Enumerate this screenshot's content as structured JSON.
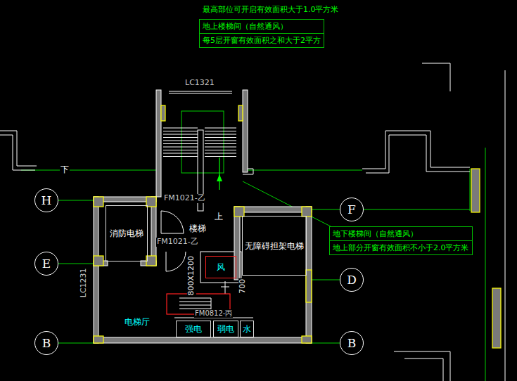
{
  "diagram": {
    "nodes": [
      {
        "text": [
          "地上楼梯间（自然通风）",
          "每5层开窗有效面积之和大于2平方"
        ]
      },
      {
        "text": [
          "H"
        ]
      },
      {
        "text": [
          "F"
        ]
      },
      {
        "text": [
          "消防电梯"
        ]
      },
      {
        "text": [
          "无障碍担架电梯"
        ]
      },
      {
        "text": [
          "地下楼梯间（自然通风）",
          "地上部分开窗有效面积不小于2.0平方米"
        ]
      },
      {
        "text": [
          "E"
        ]
      },
      {
        "text": [
          "风"
        ]
      },
      {
        "text": [
          "D"
        ]
      },
      {
        "text": [
          "强电"
        ]
      },
      {
        "text": [
          "弱电"
        ]
      },
      {
        "text": [
          "水"
        ]
      },
      {
        "text": [
          "B"
        ]
      },
      {
        "text": [
          "B"
        ]
      }
    ],
    "labels": [
      "最高部位可开启有效面积大于1.0平方米",
      "LC1321",
      "下",
      "FM1021-乙",
      "上",
      "楼梯",
      "FM1021-乙",
      "LC1231",
      "800X1200",
      "700",
      "电梯厅",
      "FM0812-丙"
    ]
  }
}
